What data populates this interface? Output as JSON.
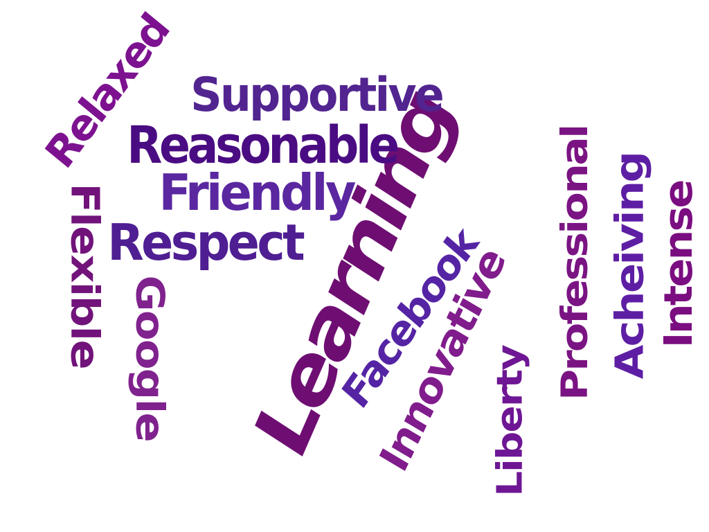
{
  "words": [
    {
      "key": "learning",
      "text": "Learning",
      "color": "#6E0E72"
    },
    {
      "key": "supportive",
      "text": "Supportive",
      "color": "#522490"
    },
    {
      "key": "reasonable",
      "text": "Reasonable",
      "color": "#4A0C82"
    },
    {
      "key": "friendly",
      "text": "Friendly",
      "color": "#5A27A0"
    },
    {
      "key": "respect",
      "text": "Respect",
      "color": "#4F1E92"
    },
    {
      "key": "relaxed",
      "text": "Relaxed",
      "color": "#7D1290"
    },
    {
      "key": "flexible",
      "text": "Flexible",
      "color": "#71137A"
    },
    {
      "key": "google",
      "text": "Google",
      "color": "#80228E"
    },
    {
      "key": "facebook",
      "text": "Facebook",
      "color": "#5524A4"
    },
    {
      "key": "innovative",
      "text": "Innovative",
      "color": "#801C8C"
    },
    {
      "key": "liberty",
      "text": "Liberty",
      "color": "#6E1694"
    },
    {
      "key": "professional",
      "text": "Professional",
      "color": "#7A1483"
    },
    {
      "key": "acheiving",
      "text": "Acheiving",
      "color": "#5E1EA4"
    },
    {
      "key": "intense",
      "text": "Intense",
      "color": "#7A0D80"
    }
  ]
}
